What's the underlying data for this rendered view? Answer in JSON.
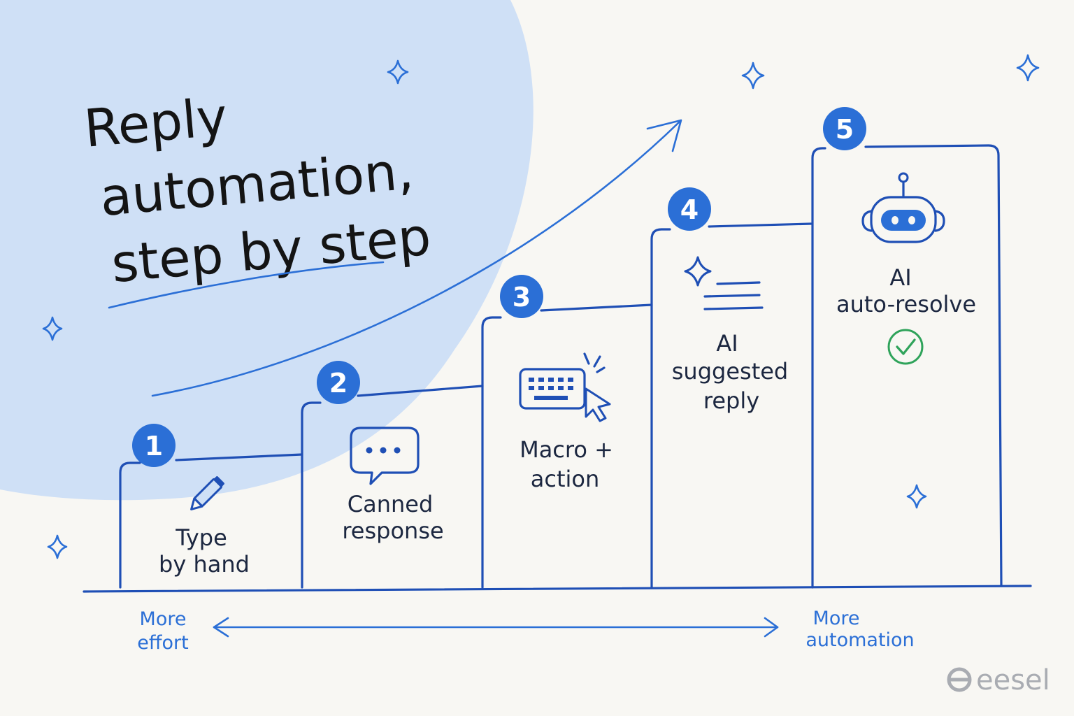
{
  "title": {
    "lines": [
      "Reply",
      "automation,",
      "step by step"
    ]
  },
  "steps": [
    {
      "number": "1",
      "label_lines": [
        "Type",
        "by hand"
      ],
      "icon": "pencil-icon"
    },
    {
      "number": "2",
      "label_lines": [
        "Canned",
        "response"
      ],
      "icon": "chat-bubble-icon"
    },
    {
      "number": "3",
      "label_lines": [
        "Macro +",
        "action"
      ],
      "icon": "keyboard-cursor-icon"
    },
    {
      "number": "4",
      "label_lines": [
        "AI",
        "suggested",
        "reply"
      ],
      "icon": "sparkle-document-icon"
    },
    {
      "number": "5",
      "label_lines": [
        "AI",
        "auto-resolve"
      ],
      "icon": "robot-icon"
    }
  ],
  "axis": {
    "left_lines": [
      "More",
      "effort"
    ],
    "right_lines": [
      "More",
      "automation"
    ]
  },
  "logo": {
    "text": "eesel"
  },
  "colors": {
    "accent": "#2b6fd6",
    "line": "#1f4fb5",
    "blob": "#cfe0f6",
    "background": "#f8f7f3",
    "check": "#2fa35a",
    "logo": "#a9acb2"
  }
}
